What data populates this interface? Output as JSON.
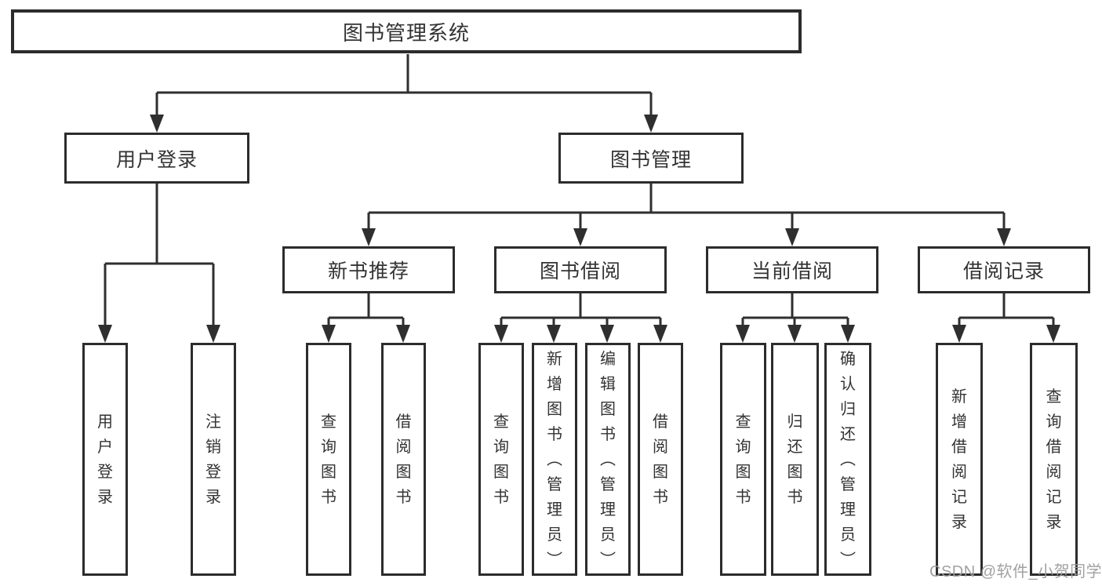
{
  "diagram": {
    "title": "图书管理系统",
    "root": {
      "label": "图书管理系统",
      "children": [
        {
          "label": "用户登录",
          "children": [
            {
              "label": "用户登录"
            },
            {
              "label": "注销登录"
            }
          ]
        },
        {
          "label": "图书管理",
          "children": [
            {
              "label": "新书推荐",
              "children": [
                {
                  "label": "查询图书"
                },
                {
                  "label": "借阅图书"
                }
              ]
            },
            {
              "label": "图书借阅",
              "children": [
                {
                  "label": "查询图书"
                },
                {
                  "label": "新增图书（管理员）"
                },
                {
                  "label": "编辑图书（管理员）"
                },
                {
                  "label": "借阅图书"
                }
              ]
            },
            {
              "label": "当前借阅",
              "children": [
                {
                  "label": "查询图书"
                },
                {
                  "label": "归还图书"
                },
                {
                  "label": "确认归还（管理员）"
                }
              ]
            },
            {
              "label": "借阅记录",
              "children": [
                {
                  "label": "新增借阅记录"
                },
                {
                  "label": "查询借阅记录"
                }
              ]
            }
          ]
        }
      ]
    },
    "colors": {
      "stroke": "#2f2f2f",
      "text": "#333333",
      "box_fill": "#ffffff",
      "background": "#ffffff",
      "watermark": "#9c9c9c"
    }
  },
  "watermark": {
    "text": "CSDN @软件_小贺同学"
  }
}
